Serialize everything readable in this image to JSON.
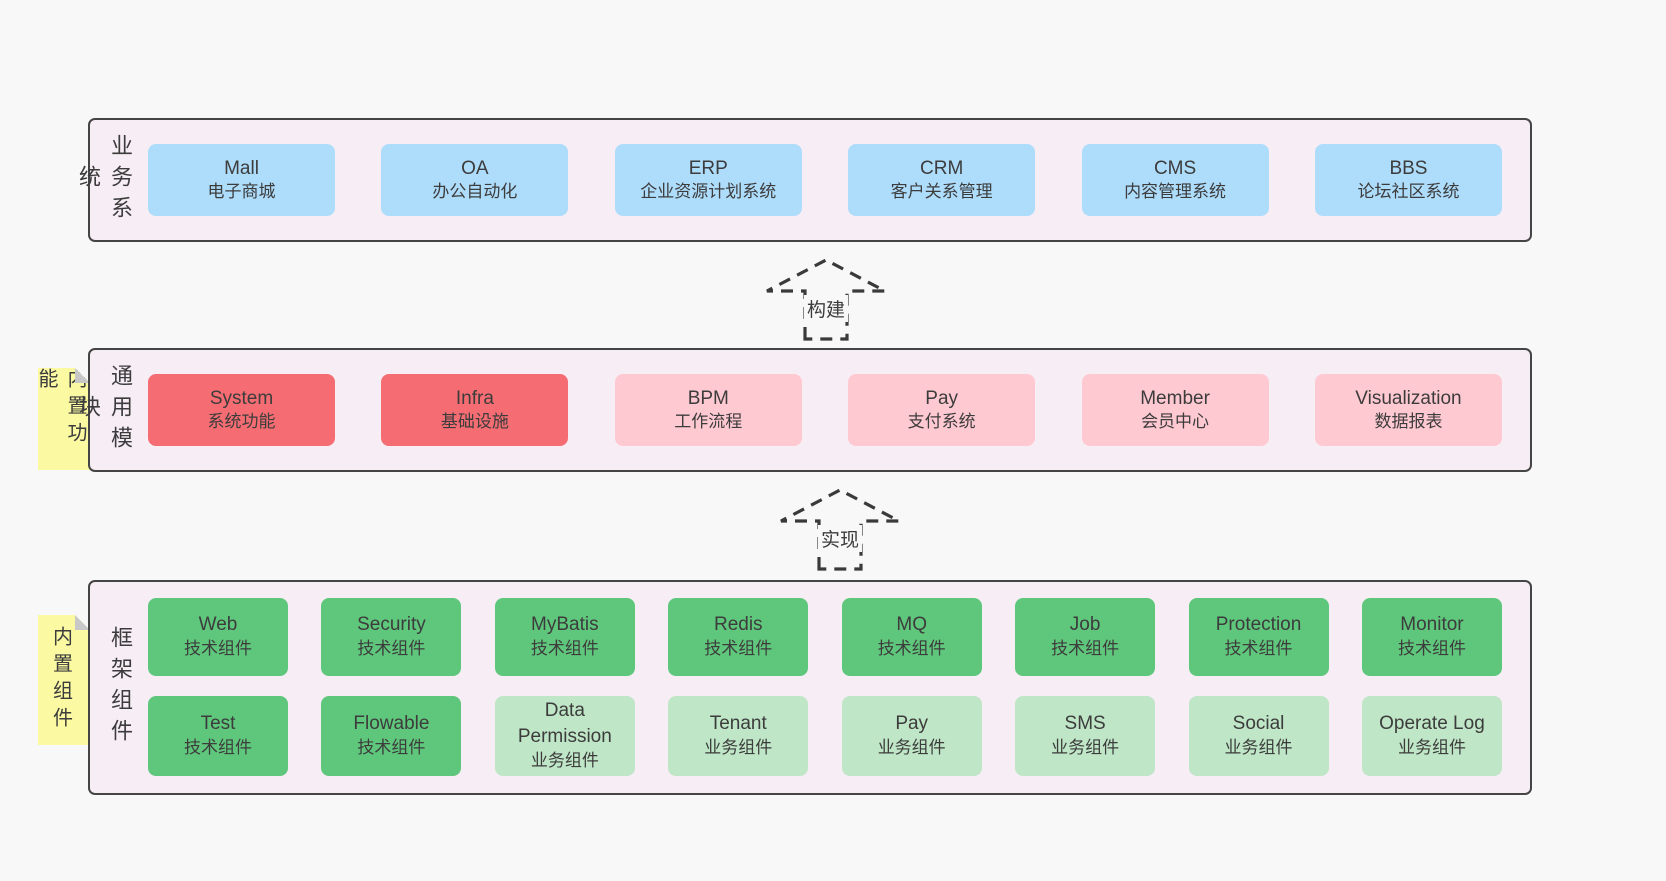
{
  "colors": {
    "page-bg": "#f8f8f8",
    "band-bg": "#f7edf5",
    "band-border": "#454545",
    "box-blue": "#aedcfb",
    "box-red": "#f56d72",
    "box-pink": "#ffc9d2",
    "box-green": "#5fc77c",
    "box-lightgreen": "#bfe6c6",
    "note-yellow": "#fbfaa3",
    "note-fold": "#c8c8c8",
    "text": "#3c3c3c",
    "arrow": "#3a3a3a"
  },
  "bands": [
    {
      "label": "业务系统",
      "boxes": [
        {
          "title": "Mall",
          "subtitle": "电子商城",
          "variant": "blue"
        },
        {
          "title": "OA",
          "subtitle": "办公自动化",
          "variant": "blue"
        },
        {
          "title": "ERP",
          "subtitle": "企业资源计划系统",
          "variant": "blue"
        },
        {
          "title": "CRM",
          "subtitle": "客户关系管理",
          "variant": "blue"
        },
        {
          "title": "CMS",
          "subtitle": "内容管理系统",
          "variant": "blue"
        },
        {
          "title": "BBS",
          "subtitle": "论坛社区系统",
          "variant": "blue"
        }
      ]
    },
    {
      "label": "通用模块",
      "note": "内置功能",
      "boxes": [
        {
          "title": "System",
          "subtitle": "系统功能",
          "variant": "red"
        },
        {
          "title": "Infra",
          "subtitle": "基础设施",
          "variant": "red"
        },
        {
          "title": "BPM",
          "subtitle": "工作流程",
          "variant": "pink"
        },
        {
          "title": "Pay",
          "subtitle": "支付系统",
          "variant": "pink"
        },
        {
          "title": "Member",
          "subtitle": "会员中心",
          "variant": "pink"
        },
        {
          "title": "Visualization",
          "subtitle": "数据报表",
          "variant": "pink"
        }
      ]
    },
    {
      "label": "框架组件",
      "note": "内置组件",
      "rows": [
        [
          {
            "title": "Web",
            "subtitle": "技术组件",
            "variant": "green"
          },
          {
            "title": "Security",
            "subtitle": "技术组件",
            "variant": "green"
          },
          {
            "title": "MyBatis",
            "subtitle": "技术组件",
            "variant": "green"
          },
          {
            "title": "Redis",
            "subtitle": "技术组件",
            "variant": "green"
          },
          {
            "title": "MQ",
            "subtitle": "技术组件",
            "variant": "green"
          },
          {
            "title": "Job",
            "subtitle": "技术组件",
            "variant": "green"
          },
          {
            "title": "Protection",
            "subtitle": "技术组件",
            "variant": "green"
          },
          {
            "title": "Monitor",
            "subtitle": "技术组件",
            "variant": "green"
          }
        ],
        [
          {
            "title": "Test",
            "subtitle": "技术组件",
            "variant": "green"
          },
          {
            "title": "Flowable",
            "subtitle": "技术组件",
            "variant": "green"
          },
          {
            "title": "Data Permission",
            "subtitle": "业务组件",
            "variant": "lightgreen"
          },
          {
            "title": "Tenant",
            "subtitle": "业务组件",
            "variant": "lightgreen"
          },
          {
            "title": "Pay",
            "subtitle": "业务组件",
            "variant": "lightgreen"
          },
          {
            "title": "SMS",
            "subtitle": "业务组件",
            "variant": "lightgreen"
          },
          {
            "title": "Social",
            "subtitle": "业务组件",
            "variant": "lightgreen"
          },
          {
            "title": "Operate Log",
            "subtitle": "业务组件",
            "variant": "lightgreen"
          }
        ]
      ]
    }
  ],
  "arrows": [
    {
      "label": "构建"
    },
    {
      "label": "实现"
    }
  ]
}
